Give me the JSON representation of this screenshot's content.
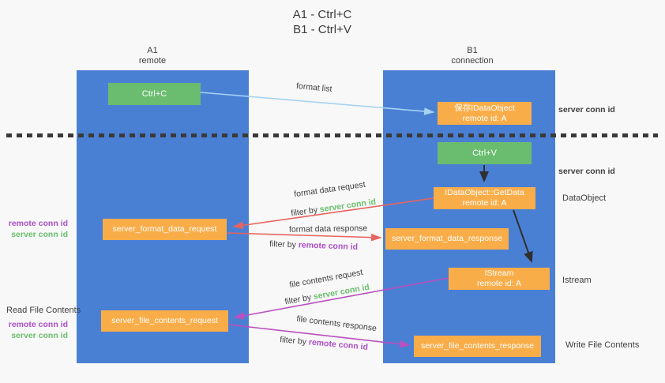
{
  "title": {
    "line1": "A1 - Ctrl+C",
    "line2": "B1 - Ctrl+V"
  },
  "columns": {
    "a": {
      "id": "A1",
      "subtitle": "remote"
    },
    "b": {
      "id": "B1",
      "subtitle": "connection"
    }
  },
  "nodes": {
    "ctrl_c": {
      "label": "Ctrl+C"
    },
    "ctrl_v": {
      "label": "Ctrl+V"
    },
    "save_idataobject": {
      "line1": "保存IDataObject",
      "line2": "remote id: A"
    },
    "getdata": {
      "line1": "IDataObject::GetData",
      "line2": "remote id: A"
    },
    "istream": {
      "line1": "IStream",
      "line2": "remote id: A"
    },
    "format_request": {
      "label": "server_format_data_request"
    },
    "format_response": {
      "label": "server_format_data_response"
    },
    "file_request": {
      "label": "server_file_contents_request"
    },
    "file_response": {
      "label": "server_file_contents_response"
    }
  },
  "flow_labels": {
    "format_list": "format list",
    "format_data_request": "format data request",
    "format_data_response": "format data response",
    "file_contents_request": "file contents request",
    "file_contents_response": "file contents response",
    "filter_by": "filter by",
    "server_conn_id": "server conn id",
    "remote_conn_id": "remote conn id"
  },
  "side_labels": {
    "format_remote_conn": "remote conn id",
    "format_server_conn": "server conn id",
    "read_file_contents": "Read File Contents",
    "file_remote_conn": "remote conn id",
    "file_server_conn": "server conn id",
    "right_server_conn_top": "server conn id",
    "right_server_conn_mid": "server conn id",
    "data_object": "DataObject",
    "istream": "Istream",
    "write_file_contents": "Write File Contents"
  },
  "colors": {
    "lane_blue": "#4a80d4",
    "node_green": "#6abd6e",
    "node_orange": "#f9ad49",
    "arrow_light_blue": "#a6d3f2",
    "arrow_red": "#e7635f",
    "arrow_magenta": "#ba4fc0",
    "arrow_black": "#2f2f2f",
    "text_green": "#67bf6b",
    "text_purple": "#ac4ec6",
    "background": "#f8f8f8"
  }
}
